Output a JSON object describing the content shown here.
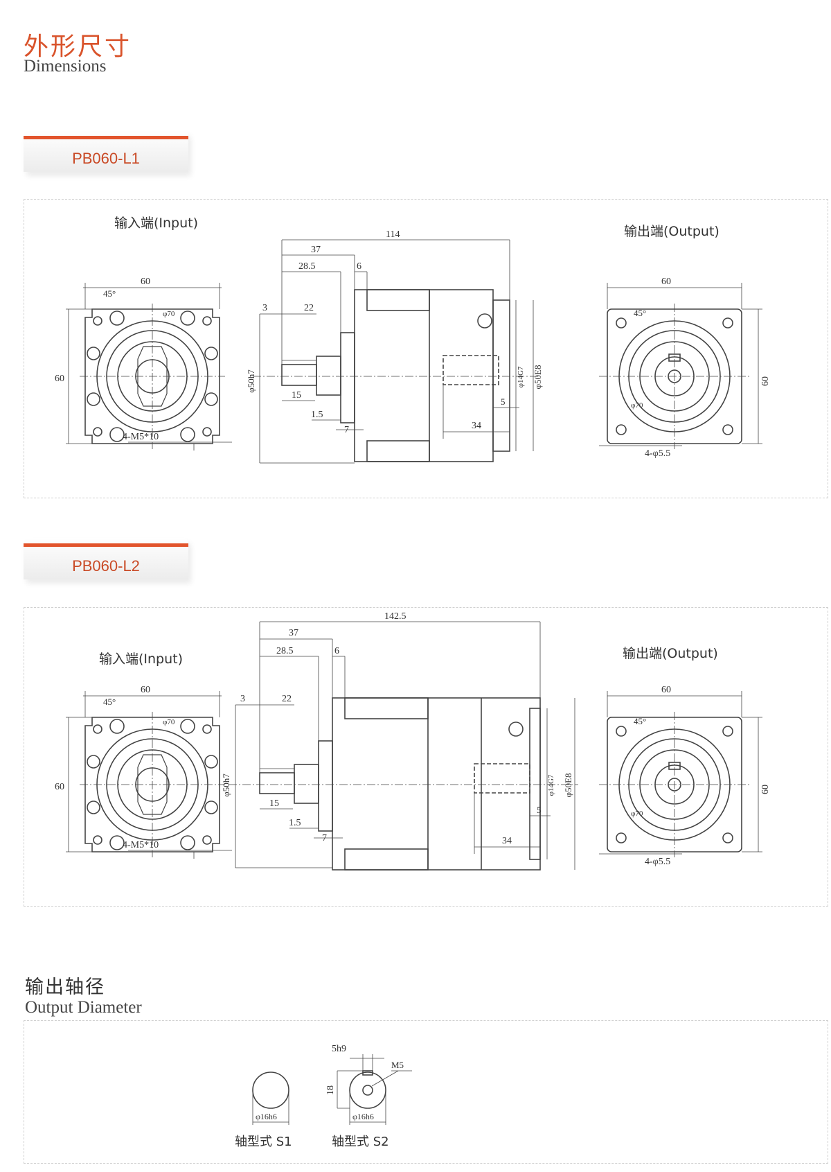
{
  "header": {
    "title_cn": "外形尺寸",
    "title_en": "Dimensions"
  },
  "models": [
    {
      "name": "PB060-L1",
      "input_label": "输入端(Input)",
      "output_label": "输出端(Output)",
      "input_dims": {
        "width": "60",
        "height": "60",
        "angle": "45°",
        "pcd": "φ70",
        "holes": "4-M5*10"
      },
      "side_dims": {
        "total": "114",
        "d37": "37",
        "d28": "28.5",
        "d6": "6",
        "d3": "3",
        "d22": "22",
        "d15": "15",
        "d1_5": "1.5",
        "d7": "7",
        "d34": "34",
        "d5": "5",
        "shaft_dia": "φ50h7",
        "bore": "φ14G7",
        "pilot": "φ50E8"
      },
      "output_dims": {
        "width": "60",
        "height": "60",
        "angle": "45°",
        "pcd": "φ70",
        "holes": "4-φ5.5"
      }
    },
    {
      "name": "PB060-L2",
      "input_label": "输入端(Input)",
      "output_label": "输出端(Output)",
      "input_dims": {
        "width": "60",
        "height": "60",
        "angle": "45°",
        "pcd": "φ70",
        "holes": "4-M5*10"
      },
      "side_dims": {
        "total": "142.5",
        "d37": "37",
        "d28": "28.5",
        "d6": "6",
        "d3": "3",
        "d22": "22",
        "d15": "15",
        "d1_5": "1.5",
        "d7": "7",
        "d34": "34",
        "d5": "5",
        "shaft_dia": "φ50h7",
        "bore": "φ14G7",
        "pilot": "φ50E8"
      },
      "output_dims": {
        "width": "60",
        "height": "60",
        "angle": "45°",
        "pcd": "φ70",
        "holes": "4-φ5.5"
      }
    }
  ],
  "output_diameter": {
    "title_cn": "输出轴径",
    "title_en": "Output Diameter",
    "s1": {
      "dia": "φ16h6",
      "label": "轴型式 S1"
    },
    "s2": {
      "dia": "φ16h6",
      "label": "轴型式 S2",
      "key": "5h9",
      "height": "18",
      "thread": "M5"
    }
  },
  "colors": {
    "accent": "#e2542c",
    "line": "#444444"
  }
}
